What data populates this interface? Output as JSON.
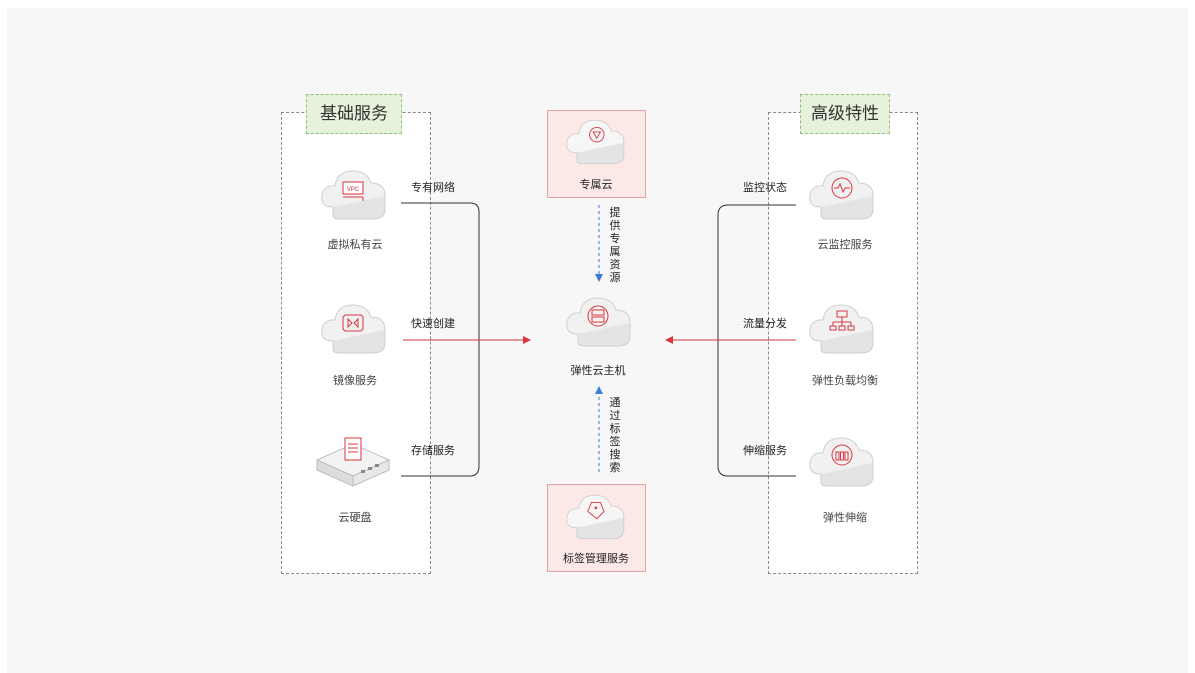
{
  "groups": {
    "basic": "基础服务",
    "advanced": "高级特性"
  },
  "left_services": {
    "vpc": {
      "label": "虚拟私有云",
      "badge": "VPC",
      "link": "专有网络"
    },
    "image": {
      "label": "镜像服务",
      "link": "快速创建"
    },
    "disk": {
      "label": "云硬盘",
      "link": "存储服务"
    }
  },
  "right_services": {
    "monitor": {
      "label": "云监控服务",
      "link": "监控状态"
    },
    "elb": {
      "label": "弹性负载均衡",
      "link": "流量分发"
    },
    "as": {
      "label": "弹性伸缩",
      "link": "伸缩服务"
    }
  },
  "center": {
    "dedicated": {
      "label": "专属云",
      "link": "提供专属资源"
    },
    "ecs": {
      "label": "弹性云主机"
    },
    "tms": {
      "label": "标签管理服务",
      "link": "通过标签搜索"
    }
  },
  "colors": {
    "accent": "#d9363e",
    "link_blue": "#3a7bd5",
    "group_tag_bg": "#e6f2dc",
    "pink_box_bg": "#fde8e8"
  }
}
